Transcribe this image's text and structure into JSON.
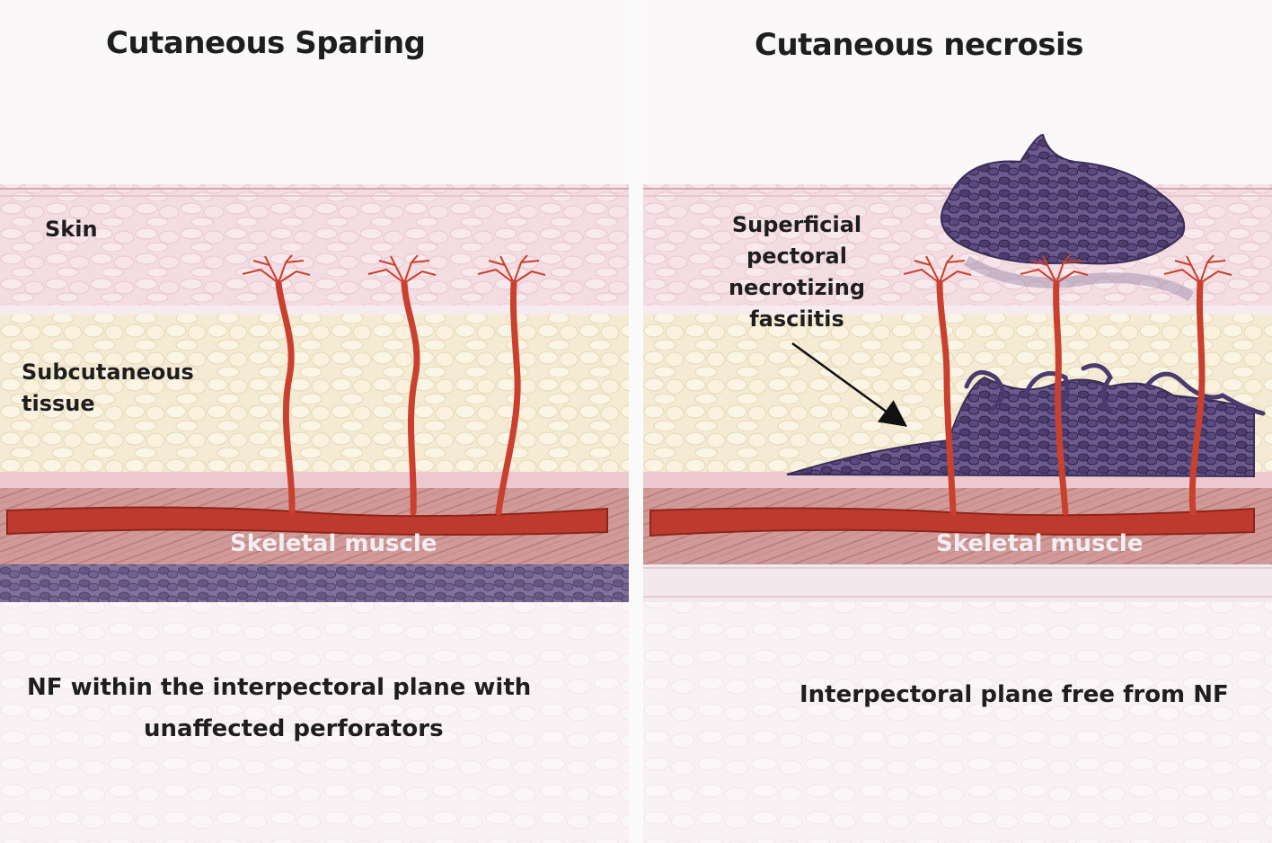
{
  "left": {
    "title": "Cutaneous Sparing",
    "skin_label": "Skin",
    "subcutaneous_label_line1": "Subcutaneous",
    "subcutaneous_label_line2": "tissue",
    "muscle_label": "Skeletal muscle",
    "caption_line1": "NF within the interpectoral plane with",
    "caption_line2": "unaffected perforators"
  },
  "right": {
    "title": "Cutaneous necrosis",
    "annotation_line1": "Superficial",
    "annotation_line2": "pectoral",
    "annotation_line3": "necrotizing",
    "annotation_line4": "fasciitis",
    "muscle_label": "Skeletal muscle",
    "caption": "Interpectoral plane free from NF"
  },
  "colors": {
    "skin": "#f2d6dc",
    "subcutaneous_fat": "#f6ecd6",
    "muscle": "#b5443c",
    "vessel": "#c9402e",
    "necrosis": "#4b3a6e"
  }
}
